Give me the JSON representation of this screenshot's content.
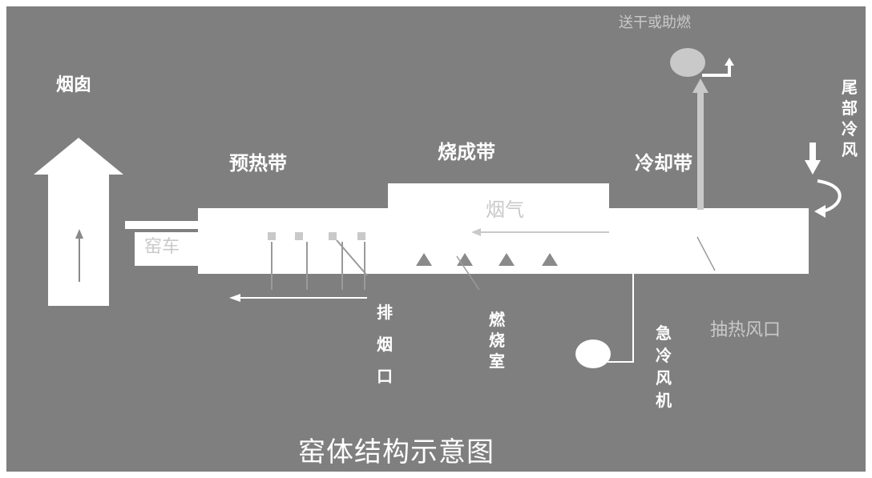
{
  "title": "窑体结构示意图",
  "labels": {
    "chimney": "烟囱",
    "preheat_zone": "预热带",
    "firing_zone": "烧成带",
    "cooling_zone": "冷却带",
    "flue_gas": "烟气",
    "kiln_car": "窑车",
    "exhaust_port": "排烟口",
    "burner_chamber": "燃烧室",
    "quench_fan": "急冷风机",
    "heat_extraction_port": "抽热风口",
    "to_dryer": "送干或助燃",
    "tail_cooling_air": "尾部冷风"
  },
  "colors": {
    "background": "#7f7f7f",
    "foreground": "#ffffff",
    "muted": "#c9c9c9",
    "burner": "#8a8a8a"
  }
}
